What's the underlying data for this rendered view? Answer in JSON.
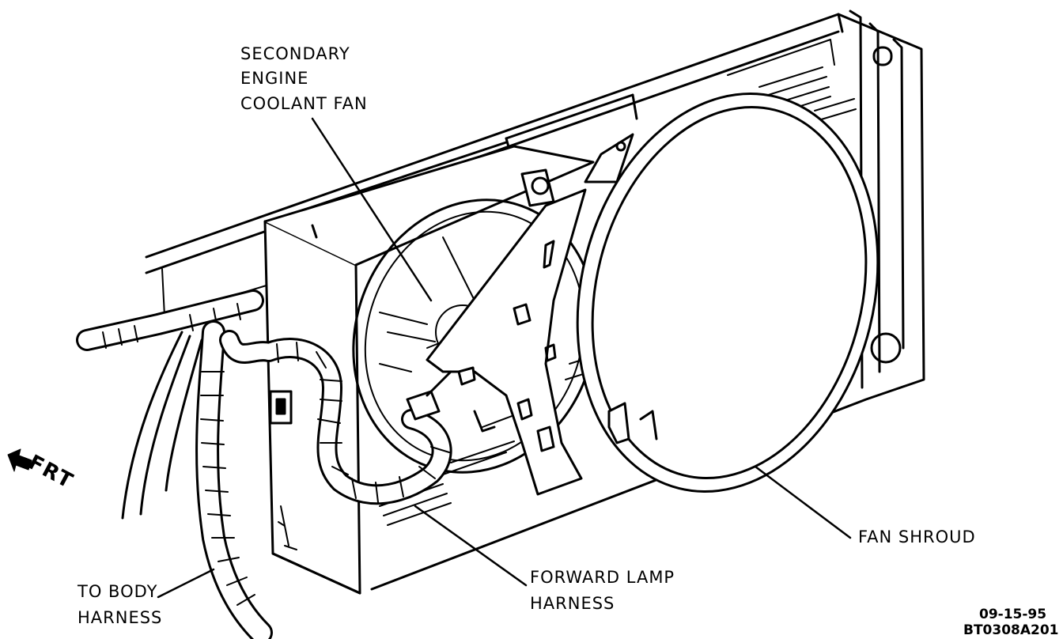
{
  "labels": {
    "secondary_fan": [
      "SECONDARY",
      "ENGINE",
      "COOLANT FAN"
    ],
    "fan_shroud": "FAN SHROUD",
    "forward_lamp": [
      "FORWARD LAMP",
      "HARNESS"
    ],
    "body_harness": [
      "TO BODY",
      "HARNESS"
    ],
    "front": "FRT"
  },
  "figure_code": {
    "date": "09-15-95",
    "id": "BT0308A201"
  }
}
